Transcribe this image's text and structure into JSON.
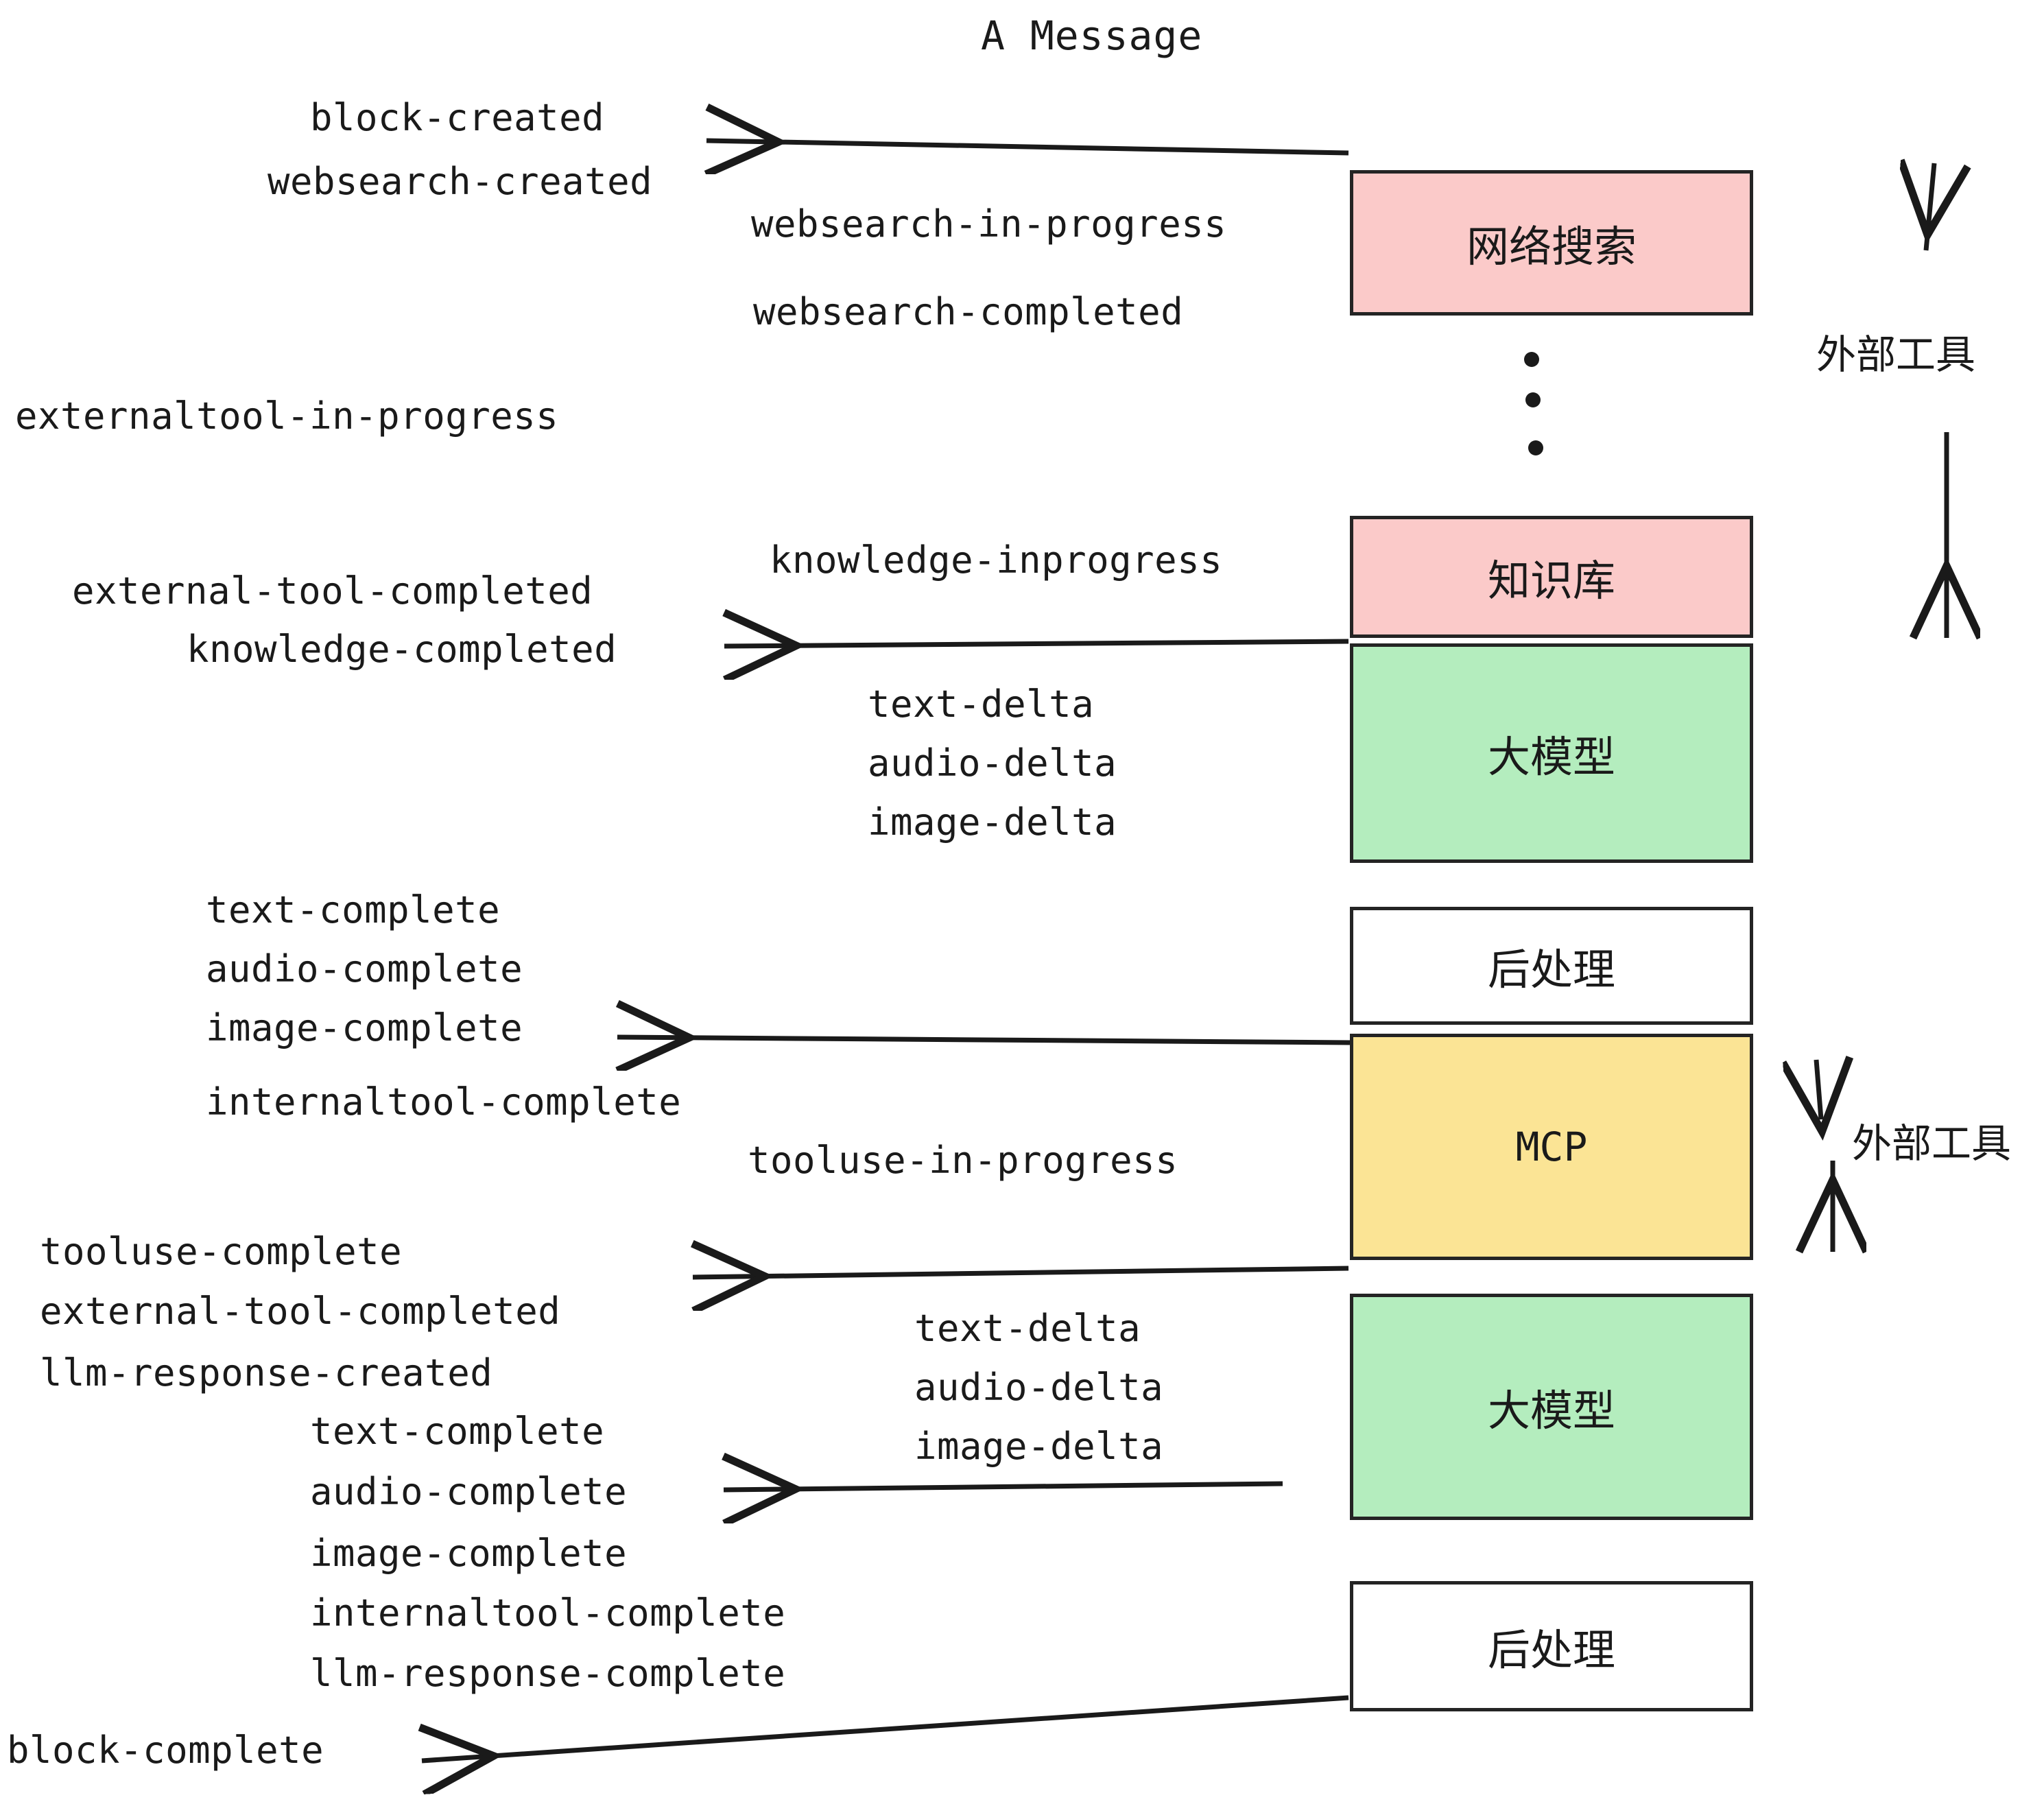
{
  "title": "A Message",
  "colors": {
    "pink": "#FBCAC9",
    "green": "#B4EDBE",
    "yellow": "#FBE495",
    "white": "#FFFFFF",
    "stroke": "#242424",
    "text": "#1A1A1A",
    "background": "#FFFFFF"
  },
  "nodes": [
    {
      "id": "websearch",
      "label": "网络搜索",
      "fill": "pink"
    },
    {
      "id": "knowledge",
      "label": "知识库",
      "fill": "pink"
    },
    {
      "id": "llm-1",
      "label": "大模型",
      "fill": "green"
    },
    {
      "id": "postprocess-1",
      "label": "后处理",
      "fill": "white"
    },
    {
      "id": "mcp",
      "label": "MCP",
      "fill": "yellow"
    },
    {
      "id": "llm-2",
      "label": "大模型",
      "fill": "green"
    },
    {
      "id": "postprocess-2",
      "label": "后处理",
      "fill": "white"
    }
  ],
  "side_labels": [
    {
      "id": "external-tools-top",
      "text": "外部工具"
    },
    {
      "id": "external-tools-bottom",
      "text": "外部工具"
    }
  ],
  "events": [
    {
      "id": "block-created",
      "text": "block-created"
    },
    {
      "id": "websearch-created",
      "text": "websearch-created"
    },
    {
      "id": "websearch-in-progress",
      "text": "websearch-in-progress"
    },
    {
      "id": "websearch-completed",
      "text": "websearch-completed"
    },
    {
      "id": "externaltool-in-progress",
      "text": "externaltool-in-progress"
    },
    {
      "id": "knowledge-inprogress",
      "text": "knowledge-inprogress"
    },
    {
      "id": "external-tool-completed-1",
      "text": "external-tool-completed"
    },
    {
      "id": "knowledge-completed",
      "text": "knowledge-completed"
    },
    {
      "id": "text-delta-1",
      "text": "text-delta"
    },
    {
      "id": "audio-delta-1",
      "text": "audio-delta"
    },
    {
      "id": "image-delta-1",
      "text": "image-delta"
    },
    {
      "id": "text-complete-1",
      "text": "text-complete"
    },
    {
      "id": "audio-complete-1",
      "text": "audio-complete"
    },
    {
      "id": "image-complete-1",
      "text": "image-complete"
    },
    {
      "id": "internaltool-complete-1",
      "text": "internaltool-complete"
    },
    {
      "id": "tooluse-in-progress",
      "text": "tooluse-in-progress"
    },
    {
      "id": "tooluse-complete",
      "text": "tooluse-complete"
    },
    {
      "id": "external-tool-completed-2",
      "text": "external-tool-completed"
    },
    {
      "id": "llm-response-created",
      "text": "llm-response-created"
    },
    {
      "id": "text-delta-2",
      "text": "text-delta"
    },
    {
      "id": "audio-delta-2",
      "text": "audio-delta"
    },
    {
      "id": "image-delta-2",
      "text": "image-delta"
    },
    {
      "id": "text-complete-2",
      "text": "text-complete"
    },
    {
      "id": "audio-complete-2",
      "text": "audio-complete"
    },
    {
      "id": "image-complete-2",
      "text": "image-complete"
    },
    {
      "id": "internaltool-complete-2",
      "text": "internaltool-complete"
    },
    {
      "id": "llm-response-complete",
      "text": "llm-response-complete"
    },
    {
      "id": "block-complete",
      "text": "block-complete"
    }
  ]
}
